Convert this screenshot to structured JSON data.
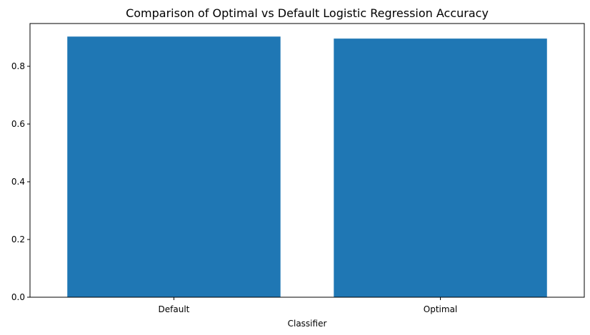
{
  "chart_data": {
    "type": "bar",
    "title": "Comparison of Optimal vs Default Logistic Regression Accuracy",
    "xlabel": "Classifier",
    "ylabel": "",
    "categories": [
      "Default",
      "Optimal"
    ],
    "values": [
      0.903,
      0.896
    ],
    "ylim": [
      0,
      0.9482
    ],
    "yticks": [
      0.0,
      0.2,
      0.4,
      0.6,
      0.8
    ],
    "ytick_labels": [
      "0.0",
      "0.2",
      "0.4",
      "0.6",
      "0.8"
    ],
    "bar_color": "#1f77b4",
    "grid": false,
    "legend": "none"
  }
}
